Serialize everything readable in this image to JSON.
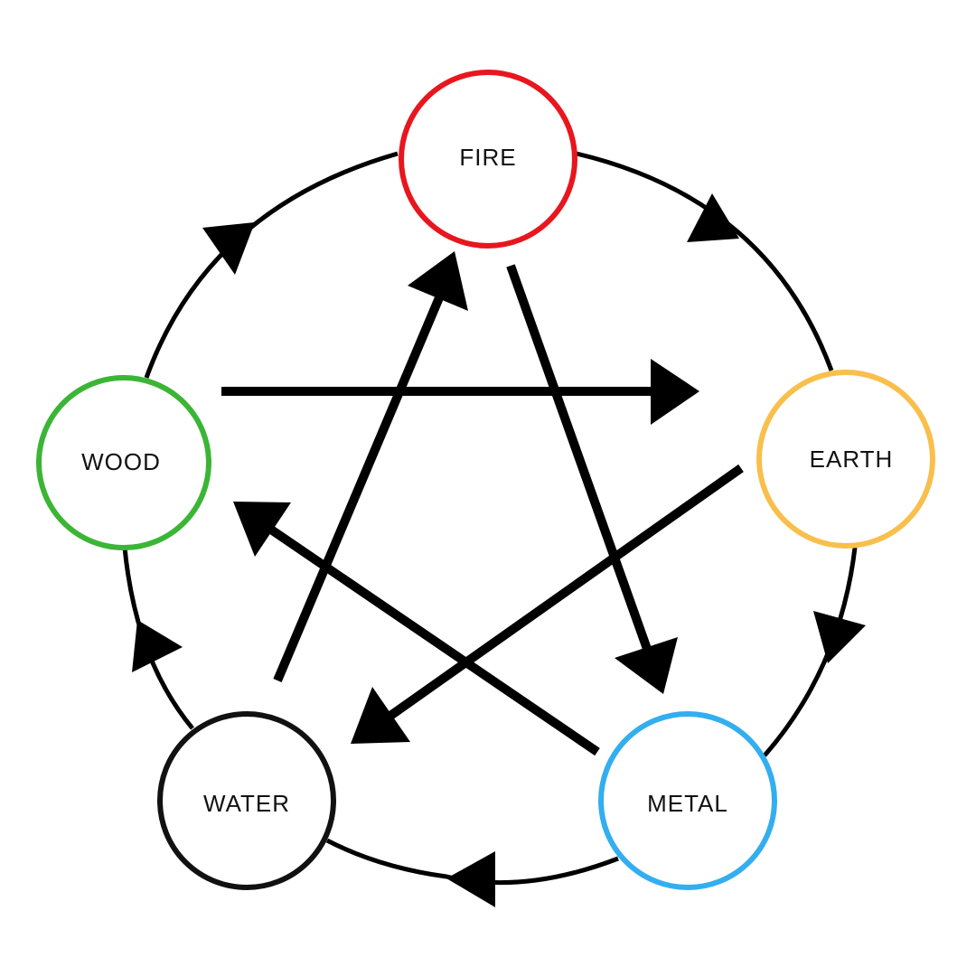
{
  "colors": {
    "fire": "#E8161E",
    "earth": "#F9BF4C",
    "metal": "#33AEEF",
    "water": "#111111",
    "wood": "#3BB535",
    "arrow": "#000000",
    "background": "#FFFFFF"
  },
  "nodes": {
    "fire": "FIRE",
    "earth": "EARTH",
    "metal": "METAL",
    "water": "WATER",
    "wood": "WOOD"
  },
  "generating_cycle": [
    {
      "from": "FIRE",
      "to": "EARTH"
    },
    {
      "from": "EARTH",
      "to": "METAL"
    },
    {
      "from": "METAL",
      "to": "WATER"
    },
    {
      "from": "WATER",
      "to": "WOOD"
    },
    {
      "from": "WOOD",
      "to": "FIRE"
    }
  ],
  "controlling_cycle": [
    {
      "from": "FIRE",
      "to": "METAL"
    },
    {
      "from": "METAL",
      "to": "WOOD"
    },
    {
      "from": "WOOD",
      "to": "EARTH"
    },
    {
      "from": "EARTH",
      "to": "WATER"
    },
    {
      "from": "WATER",
      "to": "FIRE"
    }
  ]
}
